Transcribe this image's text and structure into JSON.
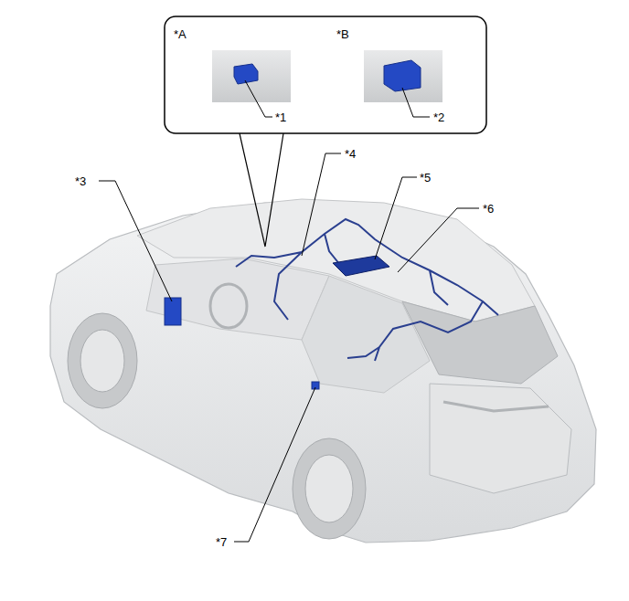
{
  "diagram": {
    "labels": [
      "*A",
      "*1",
      "*B",
      "*2",
      "*3",
      "*4",
      "*5",
      "*6",
      "*7"
    ]
  }
}
